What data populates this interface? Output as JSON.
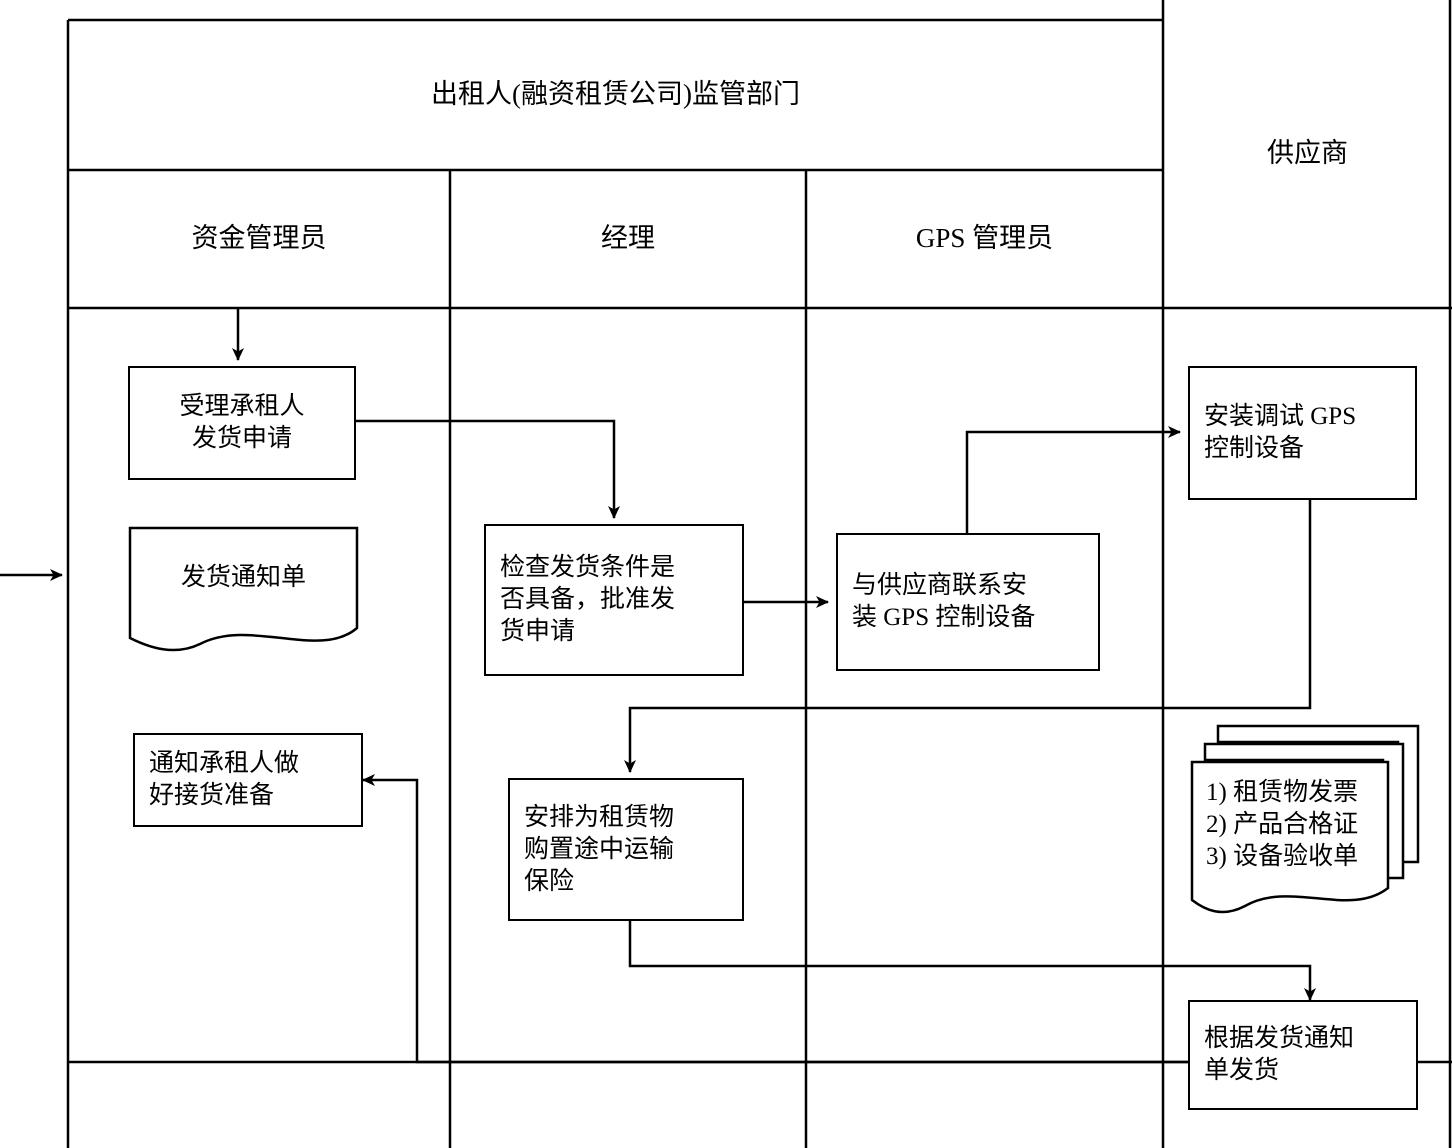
{
  "diagram": {
    "title_header": "出租人(融资租赁公司)监管部门",
    "lanes": [
      {
        "id": "lane-funds",
        "label": "资金管理员"
      },
      {
        "id": "lane-manager",
        "label": "经理"
      },
      {
        "id": "lane-gps",
        "label": "GPS 管理员"
      },
      {
        "id": "lane-supplier",
        "label": "供应商"
      }
    ],
    "nodes": [
      {
        "id": "accept-application",
        "lane": "lane-funds",
        "shape": "process",
        "label": "受理承租人\n发货申请"
      },
      {
        "id": "delivery-notice",
        "lane": "lane-funds",
        "shape": "document",
        "label": "发货通知单"
      },
      {
        "id": "notify-lessee",
        "lane": "lane-funds",
        "shape": "process",
        "label": "通知承租人做\n好接货准备"
      },
      {
        "id": "check-conditions",
        "lane": "lane-manager",
        "shape": "process",
        "label": "检查发货条件是\n否具备，批准发\n货申请"
      },
      {
        "id": "arrange-insurance",
        "lane": "lane-manager",
        "shape": "process",
        "label": "安排为租赁物\n购置途中运输\n保险"
      },
      {
        "id": "contact-supplier",
        "lane": "lane-gps",
        "shape": "process",
        "label": "与供应商联系安\n装 GPS 控制设备"
      },
      {
        "id": "install-gps",
        "lane": "lane-supplier",
        "shape": "process",
        "label": "安装调试 GPS\n控制设备"
      },
      {
        "id": "document-stack",
        "lane": "lane-supplier",
        "shape": "multi-document",
        "label": "1) 租赁物发票\n2) 产品合格证\n3) 设备验收单"
      },
      {
        "id": "ship-goods",
        "lane": "lane-supplier",
        "shape": "process",
        "label": "根据发货通知\n单发货"
      }
    ],
    "colors": {
      "line": "#000000",
      "fill": "#ffffff",
      "text": "#000000"
    }
  }
}
